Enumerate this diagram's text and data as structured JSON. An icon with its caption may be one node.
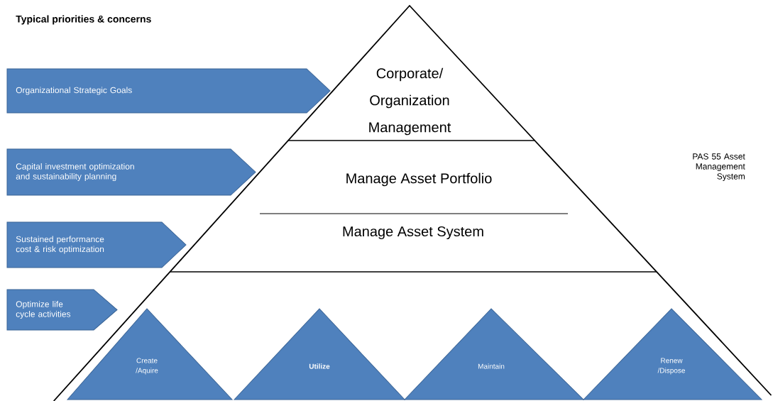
{
  "diagram": {
    "title": "Typical priorities & concerns",
    "nodes": [
      {
        "text": [
          "Organizational Strategic Goals"
        ]
      },
      {
        "text": [
          "Capital investment optimization and sustainability planning"
        ]
      },
      {
        "text": [
          "Sustained performance cost & risk optimization"
        ]
      },
      {
        "text": [
          "Optimize life cycle activities"
        ]
      },
      {
        "text": [
          "Corporate/ Organization Management"
        ]
      },
      {
        "text": [
          "Manage Asset Portfolio"
        ]
      },
      {
        "text": [
          "Manage Asset System"
        ]
      },
      {
        "text": [
          "Create /Aquire"
        ]
      },
      {
        "text": [
          "Utilize"
        ]
      },
      {
        "text": [
          "Maintain"
        ]
      },
      {
        "text": [
          "Renew /Dispose"
        ]
      }
    ],
    "labels": [
      "PAS 55 Asset Management System"
    ]
  }
}
